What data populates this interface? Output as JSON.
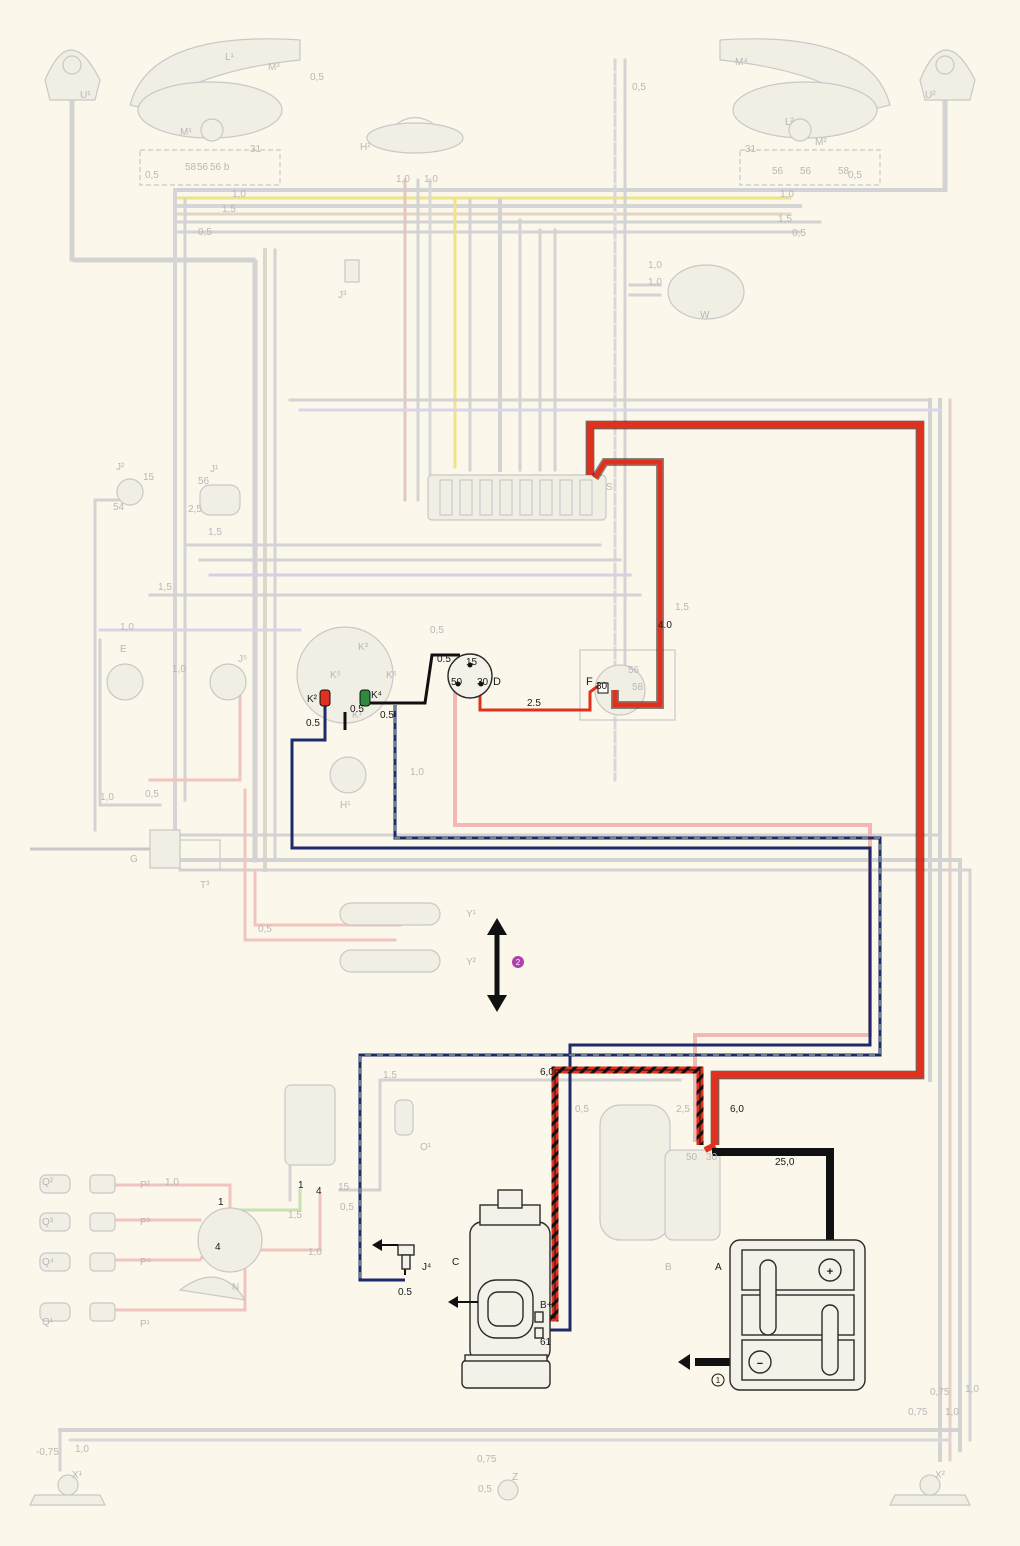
{
  "components": {
    "U1": "U¹",
    "U2": "U²",
    "L1": "L¹",
    "L2": "L²",
    "M1": "M¹",
    "M2": "M²",
    "M3": "M³",
    "M4": "M⁴",
    "H2": "H²",
    "J3": "J³",
    "W": "W",
    "J1": "J¹",
    "J2": "J²",
    "K1": "K¹",
    "K2": "K²",
    "K3": "K³",
    "K4": "K⁴",
    "K5": "K⁵",
    "K6": "K⁶",
    "E": "E",
    "J5": "J⁵",
    "H1": "H¹",
    "G": "G",
    "T3": "T³",
    "Y1": "Y¹",
    "Y2": "Y²",
    "S": "S",
    "D": "D",
    "F": "F",
    "O1": "O¹",
    "N": "N",
    "J4": "J⁴",
    "C": "C",
    "B": "B",
    "A": "A",
    "P1": "P¹",
    "P2": "P²",
    "P3": "P³",
    "P4": "P⁴",
    "Q1": "Q¹",
    "Q2": "Q²",
    "Q3": "Q³",
    "Q4": "Q⁴",
    "X1": "X¹",
    "X2": "X²",
    "Z": "Z"
  },
  "terminals": {
    "t15": "15",
    "t30": "30",
    "t50": "50",
    "t30F": "30",
    "t61": "61",
    "tBplus": "B+",
    "t31": "31",
    "t31b": "31",
    "t58": "58",
    "t58b": "58",
    "t56a": "56",
    "t56b": "56 b",
    "t56c": "56",
    "t56d": "56",
    "t54": "54",
    "t15b": "15",
    "t56e": "56",
    "t56f": "56",
    "t58c": "58",
    "t1": "1",
    "t4": "4",
    "t15c": "15",
    "t1b": "1",
    "t4b": "4",
    "t50b": "50",
    "t30b": "30"
  },
  "wire_gauges": {
    "g05a": "0.5",
    "g05b": "0.5",
    "g05c": "0.5",
    "g05d": "0.5",
    "g05e": "0.5",
    "g25": "2.5",
    "g40": "4.0",
    "g60a": "6,0",
    "g60b": "6,0",
    "g250": "25,0",
    "g05f": "0,5",
    "g10a": "1,0",
    "g10b": "1,0",
    "g15a": "1,5",
    "g15b": "1,5",
    "g05g": "0,5",
    "g05h": "0,5",
    "g075a": "0,75",
    "g075b": "0,75",
    "g10c": "1,0",
    "g10d": "1,0",
    "g25b": "2,5",
    "g15c": "1,5",
    "g05i": "0,5",
    "g10e": "1,0",
    "g10f": "1,0",
    "g10g": "1,0",
    "g10h": "1,0",
    "g10i": "1,0",
    "g10j": "1,0",
    "g15d": "1,5",
    "g10k": "1,0",
    "g05j": "0,5",
    "g05k": "0,5",
    "g05l": "0,5",
    "g15e": "1,5",
    "g15f": "1,5",
    "g10l": "1,0",
    "g05m": "0,5",
    "g25c": "2,5",
    "g05n": "0,5",
    "g075c": "0,75",
    "g075d": "-0,75",
    "g10m": "1,0",
    "g05o": "0,5",
    "g05p": "0,5",
    "g10n": "1,0",
    "g10o": "1,0",
    "g15g": "1,5",
    "g05q": "0,5"
  },
  "markers": {
    "m1": "1",
    "m2": "2"
  },
  "battery_symbols": {
    "plus": "+",
    "minus": "−"
  },
  "colors": {
    "background": "#fbf7ea",
    "ghost_wire": "#cfcfcf",
    "red_wire": "#e0301e",
    "black_wire": "#111111",
    "navy_wire": "#1f2a6b",
    "pink_wire": "#f2b8b4",
    "yellow_wire": "#efe38a",
    "green_stripe": "#b9d6a4"
  }
}
